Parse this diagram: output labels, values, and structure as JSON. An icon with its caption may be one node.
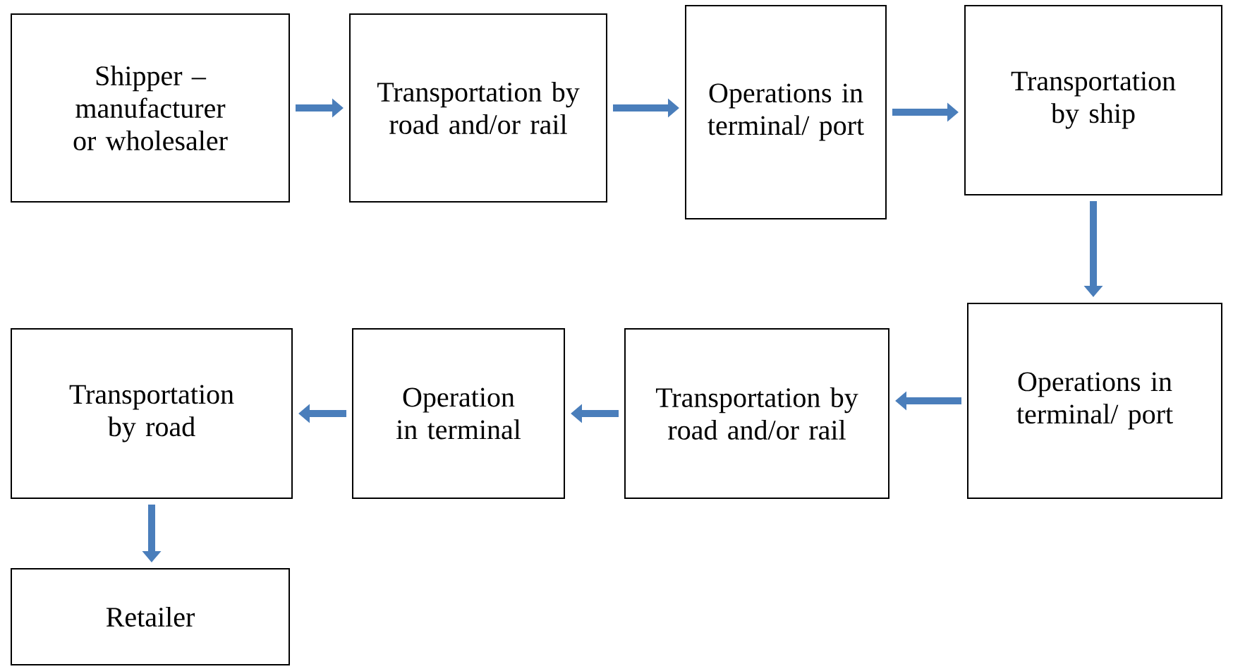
{
  "diagram": {
    "nodes": [
      {
        "text": [
          "Shipper – manufacturer or wholesaler"
        ]
      },
      {
        "text": [
          "Transportation by road and/or rail"
        ]
      },
      {
        "text": [
          "Operations in terminal/ port"
        ]
      },
      {
        "text": [
          "Transportation by ship"
        ]
      },
      {
        "text": [
          "Operations in terminal/ port"
        ]
      },
      {
        "text": [
          "Transportation by road and/or rail"
        ]
      },
      {
        "text": [
          "Operation in terminal"
        ]
      },
      {
        "text": [
          "Transportation by road"
        ]
      },
      {
        "text": [
          "Retailer"
        ]
      }
    ],
    "edges": [
      {
        "from": 0,
        "to": 1,
        "arrow": "to"
      },
      {
        "from": 1,
        "to": 2,
        "arrow": "to"
      },
      {
        "from": 2,
        "to": 3,
        "arrow": "to"
      },
      {
        "from": 3,
        "to": 4,
        "arrow": "to"
      },
      {
        "from": 4,
        "to": 5,
        "arrow": "to"
      },
      {
        "from": 5,
        "to": 6,
        "arrow": "to"
      },
      {
        "from": 6,
        "to": 7,
        "arrow": "to"
      },
      {
        "from": 7,
        "to": 8,
        "arrow": "to"
      }
    ]
  }
}
